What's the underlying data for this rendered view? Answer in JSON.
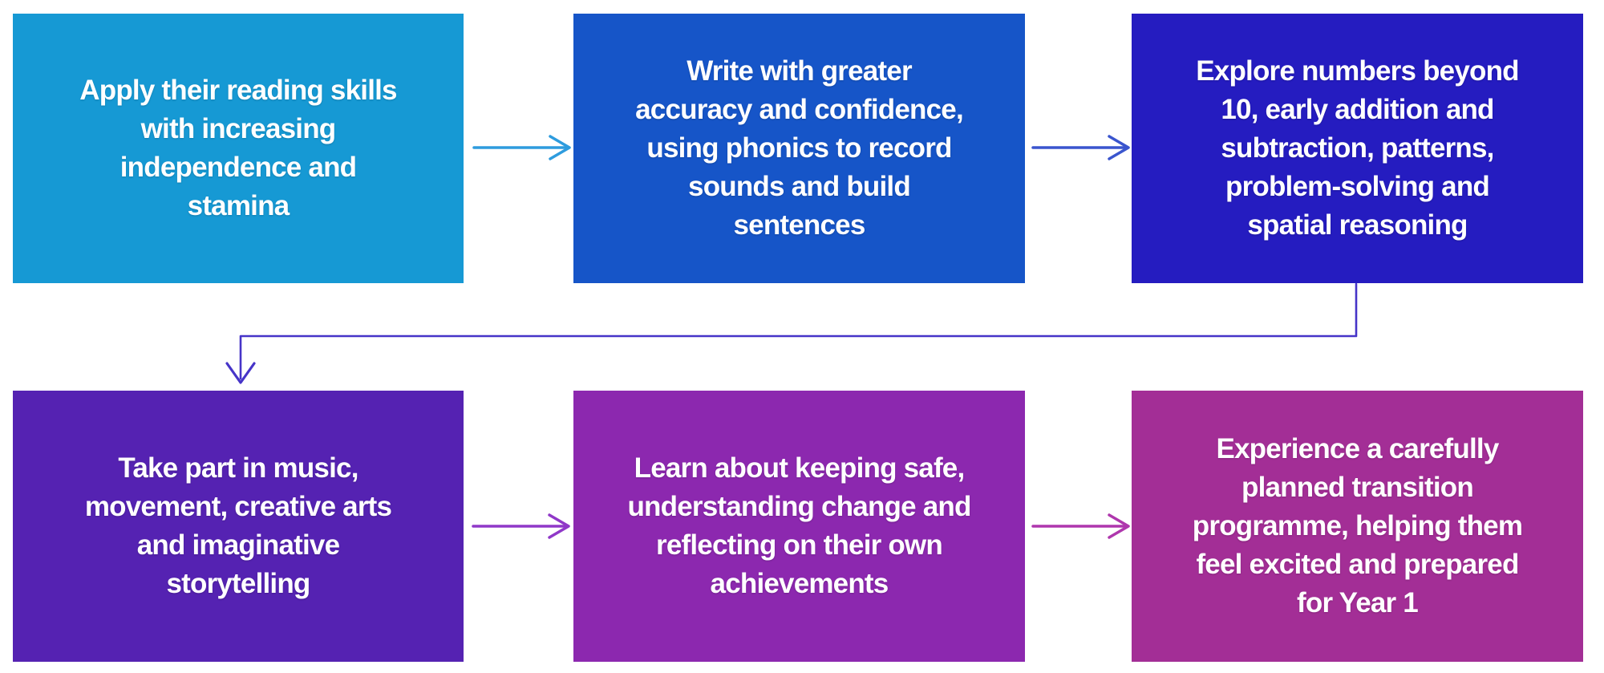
{
  "diagram": {
    "background_color": "#ffffff",
    "text_color": "#ffffff",
    "boxes": [
      {
        "id": "reading",
        "label": "Apply their reading skills\nwith increasing\nindependence and\nstamina",
        "color": "#1699D4"
      },
      {
        "id": "writing",
        "label": "Write with greater\naccuracy and confidence,\nusing phonics to record\nsounds and build\nsentences",
        "color": "#1655C8"
      },
      {
        "id": "numeracy",
        "label": "Explore numbers beyond\n10, early addition and\nsubtraction, patterns,\nproblem-solving and\nspatial reasoning",
        "color": "#251CC0"
      },
      {
        "id": "creative",
        "label": "Take part in music,\nmovement, creative arts\nand imaginative\nstorytelling",
        "color": "#5522B2"
      },
      {
        "id": "wellbeing",
        "label": "Learn about keeping safe,\nunderstanding change and\nreflecting on their own\nachievements",
        "color": "#8C28AF"
      },
      {
        "id": "transition",
        "label": "Experience a carefully\nplanned transition\nprogramme, helping them\nfeel excited and prepared\nfor Year 1",
        "color": "#A32E96"
      }
    ],
    "connectors": [
      {
        "name": "arrow-1-2",
        "color": "#2E9CDE"
      },
      {
        "name": "arrow-2-3",
        "color": "#3A55CE"
      },
      {
        "name": "elbow-3-4",
        "color": "#4634C8"
      },
      {
        "name": "arrow-4-5",
        "color": "#9038C8"
      },
      {
        "name": "arrow-5-6",
        "color": "#AF37AD"
      }
    ]
  }
}
